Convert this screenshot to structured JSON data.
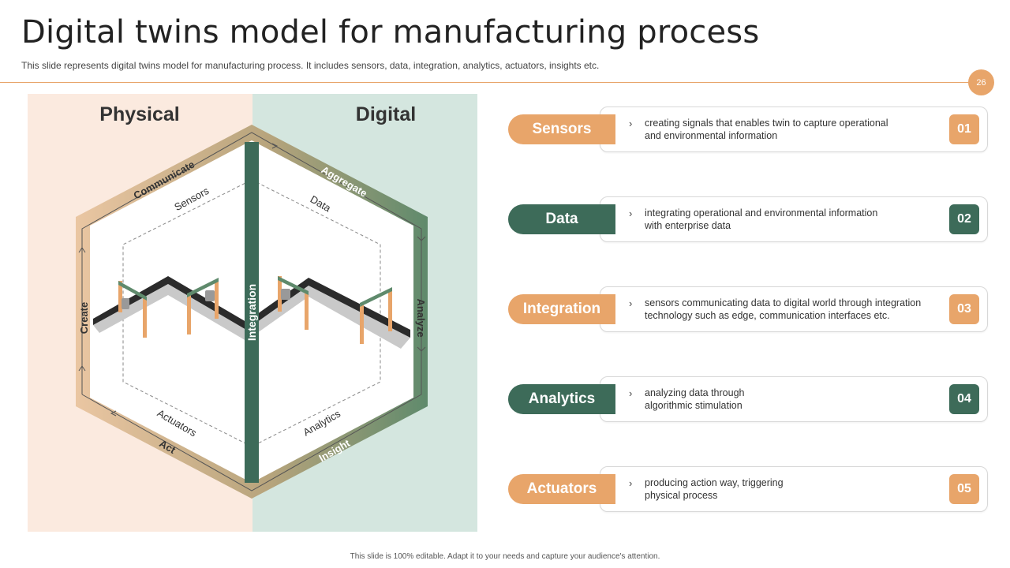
{
  "header": {
    "title": "Digital twins model for manufacturing process",
    "subtitle": "This slide represents digital twins model for manufacturing process. It includes sensors, data, integration, analytics, actuators, insights etc.",
    "page_number": "26"
  },
  "diagram": {
    "physical_label": "Physical",
    "digital_label": "Digital",
    "outer_labels": {
      "communicate": "Communicate",
      "aggregate": "Aggregate",
      "create": "Create",
      "analyze": "Analyze",
      "act": "Act",
      "insight": "Insight",
      "integration": "Integration"
    },
    "inner_labels": {
      "sensors": "Sensors",
      "data": "Data",
      "actuators": "Actuators",
      "analytics": "Analytics"
    }
  },
  "items": [
    {
      "label": "Sensors",
      "text": "creating signals that enables twin to capture operational\nand environmental  information",
      "number": "01",
      "color": "#e8a56a"
    },
    {
      "label": "Data",
      "text": "integrating operational  and environmental  information\nwith enterprise data",
      "number": "02",
      "color": "#3d6b59"
    },
    {
      "label": "Integration",
      "text": "sensors communicating data to digital world through integration\ntechnology such as edge, communication interfaces etc.",
      "number": "03",
      "color": "#e8a56a"
    },
    {
      "label": "Analytics",
      "text": "analyzing data through\nalgorithmic stimulation",
      "number": "04",
      "color": "#3d6b59"
    },
    {
      "label": "Actuators",
      "text": "producing action way, triggering\nphysical process",
      "number": "05",
      "color": "#e8a56a"
    }
  ],
  "footer": "This slide is 100% editable.  Adapt it to your needs and capture your audience's attention."
}
